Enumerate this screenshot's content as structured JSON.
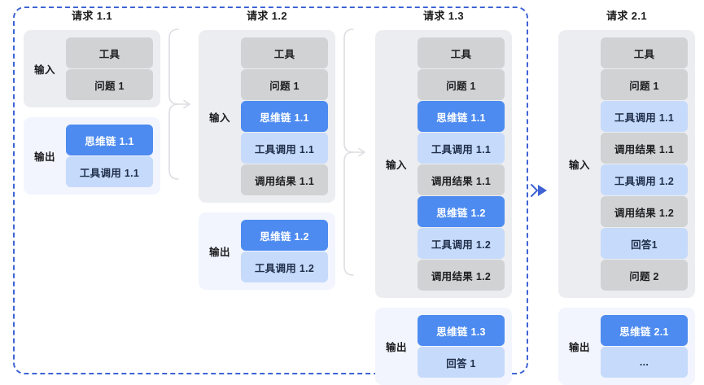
{
  "diagram": {
    "title_hidden": "",
    "frame": {
      "style": "dashed",
      "color": "#3f63d4",
      "label": "session-group"
    },
    "colors": {
      "tool_gray": "#d0d2d4",
      "input_container": "#ebedf0",
      "output_container": "#f2f5fd",
      "light_blue": "#c6dafb",
      "blue": "#4d8bf0",
      "dashed_border": "#3f63d4",
      "bracket_gray": "#dcdee2"
    },
    "labels": {
      "input": "输入",
      "output": "输出"
    },
    "columns": [
      {
        "title": "请求 1.1",
        "input": {
          "label": "输入",
          "rows": [
            {
              "text": "工具",
              "tone": "gray"
            },
            {
              "text": "问题 1",
              "tone": "gray"
            }
          ]
        },
        "output": {
          "label": "输出",
          "rows": [
            {
              "text": "思维链 1.1",
              "tone": "blue"
            },
            {
              "text": "工具调用 1.1",
              "tone": "lightblue"
            }
          ]
        }
      },
      {
        "title": "请求 1.2",
        "input": {
          "label": "输入",
          "rows": [
            {
              "text": "工具",
              "tone": "gray"
            },
            {
              "text": "问题 1",
              "tone": "gray"
            },
            {
              "text": "思维链 1.1",
              "tone": "blue"
            },
            {
              "text": "工具调用 1.1",
              "tone": "lightblue"
            },
            {
              "text": "调用结果 1.1",
              "tone": "gray"
            }
          ]
        },
        "output": {
          "label": "输出",
          "rows": [
            {
              "text": "思维链 1.2",
              "tone": "blue"
            },
            {
              "text": "工具调用 1.2",
              "tone": "lightblue"
            }
          ]
        }
      },
      {
        "title": "请求 1.3",
        "input": {
          "label": "输入",
          "rows": [
            {
              "text": "工具",
              "tone": "gray"
            },
            {
              "text": "问题 1",
              "tone": "gray"
            },
            {
              "text": "思维链 1.1",
              "tone": "blue"
            },
            {
              "text": "工具调用 1.1",
              "tone": "lightblue"
            },
            {
              "text": "调用结果 1.1",
              "tone": "gray"
            },
            {
              "text": "思维链 1.2",
              "tone": "blue"
            },
            {
              "text": "工具调用 1.2",
              "tone": "lightblue"
            },
            {
              "text": "调用结果 1.2",
              "tone": "gray"
            }
          ]
        },
        "output": {
          "label": "输出",
          "rows": [
            {
              "text": "思维链 1.3",
              "tone": "blue"
            },
            {
              "text": "回答 1",
              "tone": "lightblue"
            }
          ]
        }
      },
      {
        "title": "请求 2.1",
        "input": {
          "label": "输入",
          "rows": [
            {
              "text": "工具",
              "tone": "gray"
            },
            {
              "text": "问题 1",
              "tone": "gray"
            },
            {
              "text": "工具调用 1.1",
              "tone": "lightblue"
            },
            {
              "text": "调用结果 1.1",
              "tone": "gray"
            },
            {
              "text": "工具调用 1.2",
              "tone": "lightblue"
            },
            {
              "text": "调用结果 1.2",
              "tone": "gray"
            },
            {
              "text": "回答1",
              "tone": "lightblue"
            },
            {
              "text": "问题 2",
              "tone": "gray"
            }
          ]
        },
        "output": {
          "label": "输出",
          "rows": [
            {
              "text": "思维链 2.1",
              "tone": "blue"
            },
            {
              "text": "...",
              "tone": "lightblue"
            }
          ]
        }
      }
    ],
    "connectors": [
      {
        "from": "请求 1.1",
        "to": "请求 1.2",
        "kind": "bracket-arrow",
        "color": "#dcdee2"
      },
      {
        "from": "请求 1.2",
        "to": "请求 1.3",
        "kind": "bracket-arrow",
        "color": "#dcdee2"
      },
      {
        "from": "请求 1.3",
        "to": "请求 2.1",
        "kind": "blue-arrow",
        "color": "#3f63d4"
      }
    ]
  }
}
